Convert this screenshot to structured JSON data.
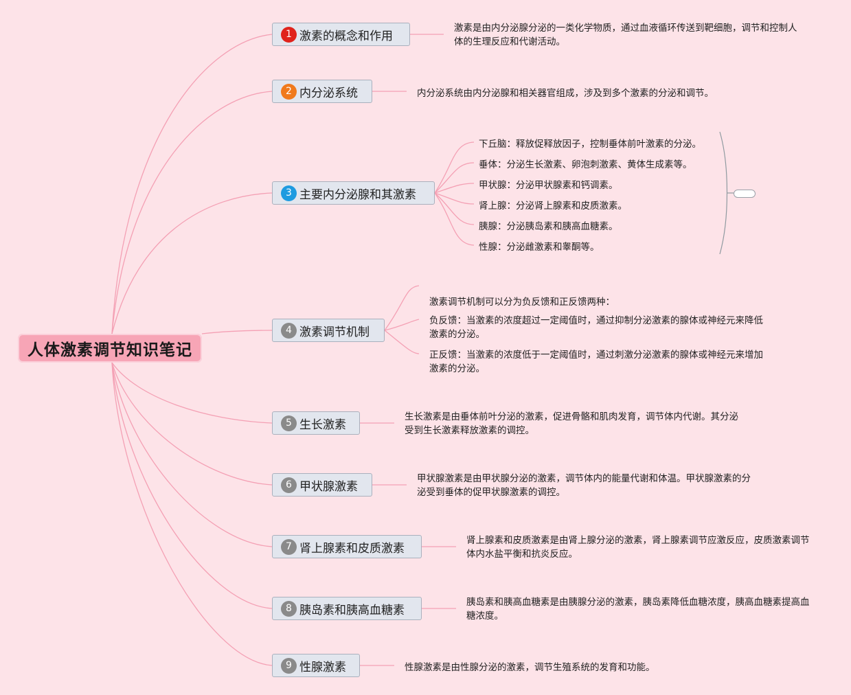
{
  "root": {
    "title": "人体激素调节知识笔记"
  },
  "colors": {
    "background": "#fde3e8",
    "root_fill": "#f7a5b6",
    "topic_fill": "#e2e6ee",
    "link": "#f4a0b4"
  },
  "topics": [
    {
      "num": "1",
      "badge_color": "#e0231c",
      "label": "激素的概念和作用",
      "notes": [
        "激素是由内分泌腺分泌的一类化学物质，通过血液循环传送到靶细胞，调节和控制人体的生理反应和代谢活动。"
      ]
    },
    {
      "num": "2",
      "badge_color": "#f07a1c",
      "label": "内分泌系统",
      "notes": [
        "内分泌系统由内分泌腺和相关器官组成，涉及到多个激素的分泌和调节。"
      ]
    },
    {
      "num": "3",
      "badge_color": "#1e9be0",
      "label": "主要内分泌腺和其激素",
      "notes": [
        "下丘脑：释放促释放因子，控制垂体前叶激素的分泌。",
        "垂体：分泌生长激素、卵泡刺激素、黄体生成素等。",
        "甲状腺：分泌甲状腺素和钙调素。",
        "肾上腺：分泌肾上腺素和皮质激素。",
        "胰腺：分泌胰岛素和胰高血糖素。",
        "性腺：分泌雌激素和睾酮等。"
      ]
    },
    {
      "num": "4",
      "badge_color": "#8a8a8a",
      "label": "激素调节机制",
      "notes": [
        "激素调节机制可以分为负反馈和正反馈两种：",
        "负反馈：当激素的浓度超过一定阈值时，通过抑制分泌激素的腺体或神经元来降低激素的分泌。",
        "正反馈：当激素的浓度低于一定阈值时，通过刺激分泌激素的腺体或神经元来增加激素的分泌。"
      ]
    },
    {
      "num": "5",
      "badge_color": "#8a8a8a",
      "label": "生长激素",
      "notes": [
        "生长激素是由垂体前叶分泌的激素，促进骨骼和肌肉发育，调节体内代谢。其分泌受到生长激素释放激素的调控。"
      ]
    },
    {
      "num": "6",
      "badge_color": "#8a8a8a",
      "label": "甲状腺激素",
      "notes": [
        "甲状腺激素是由甲状腺分泌的激素，调节体内的能量代谢和体温。甲状腺激素的分泌受到垂体的促甲状腺激素的调控。"
      ]
    },
    {
      "num": "7",
      "badge_color": "#8a8a8a",
      "label": "肾上腺素和皮质激素",
      "notes": [
        "肾上腺素和皮质激素是由肾上腺分泌的激素，肾上腺素调节应激反应，皮质激素调节体内水盐平衡和抗炎反应。"
      ]
    },
    {
      "num": "8",
      "badge_color": "#8a8a8a",
      "label": "胰岛素和胰高血糖素",
      "notes": [
        "胰岛素和胰高血糖素是由胰腺分泌的激素，胰岛素降低血糖浓度，胰高血糖素提高血糖浓度。"
      ]
    },
    {
      "num": "9",
      "badge_color": "#8a8a8a",
      "label": "性腺激素",
      "notes": [
        "性腺激素是由性腺分泌的激素，调节生殖系统的发育和功能。"
      ]
    }
  ]
}
